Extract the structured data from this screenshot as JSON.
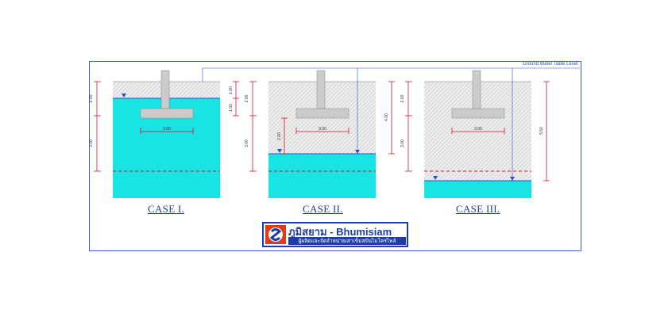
{
  "ground_water_label": "Ground Water Table Level",
  "cases": [
    {
      "title": "CASE I.",
      "footing_width": "3.00",
      "depth_upper": "2.00",
      "depth_lower": "3.00",
      "water_dims": [
        "1.00",
        "1.00"
      ]
    },
    {
      "title": "CASE II.",
      "footing_width": "3.00",
      "depth_upper": "2.00",
      "depth_lower": "3.00",
      "water_dims": [
        "2.00",
        "4.00"
      ]
    },
    {
      "title": "CASE III.",
      "footing_width": "3.00",
      "depth_upper": "2.00",
      "depth_lower": "3.00",
      "water_dims": [
        "5.50"
      ]
    }
  ],
  "logo": {
    "name": "ภูมิสยาม - Bhumisiam",
    "tagline": "ผู้ผลิตและจัดจำหน่ายเสาเข็มสปันไมโครไพล์"
  },
  "colors": {
    "water": "#19e3e3",
    "soil": "#efefef",
    "footing": "#cbcbcb",
    "dimension": "#d2142a",
    "water_table": "#2b4fd1",
    "frame": "#3a62c9",
    "title": "#1f3f9e"
  }
}
